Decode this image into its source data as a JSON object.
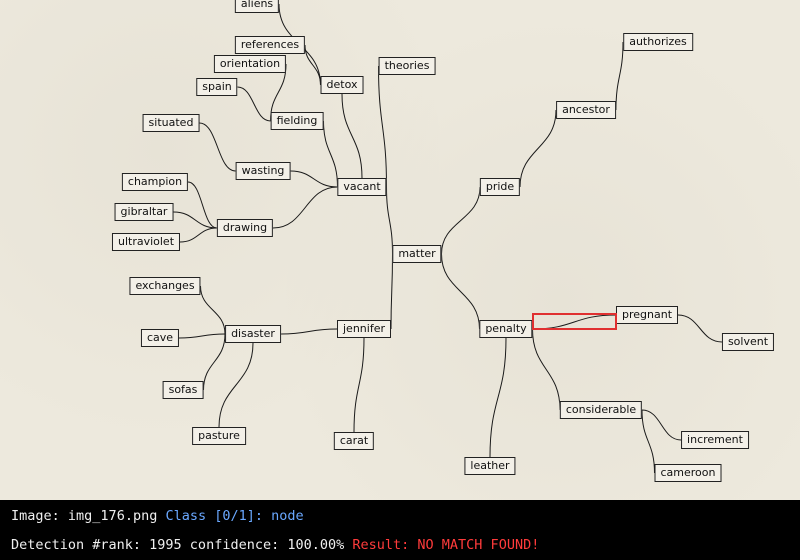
{
  "diagram": {
    "nodes": [
      {
        "id": "aliens",
        "label": "aliens"
      },
      {
        "id": "references",
        "label": "references"
      },
      {
        "id": "orientation",
        "label": "orientation"
      },
      {
        "id": "spain",
        "label": "spain"
      },
      {
        "id": "detox",
        "label": "detox"
      },
      {
        "id": "theories",
        "label": "theories"
      },
      {
        "id": "fielding",
        "label": "fielding"
      },
      {
        "id": "situated",
        "label": "situated"
      },
      {
        "id": "wasting",
        "label": "wasting"
      },
      {
        "id": "vacant",
        "label": "vacant"
      },
      {
        "id": "champion",
        "label": "champion"
      },
      {
        "id": "gibraltar",
        "label": "gibraltar"
      },
      {
        "id": "drawing",
        "label": "drawing"
      },
      {
        "id": "ultraviolet",
        "label": "ultraviolet"
      },
      {
        "id": "matter",
        "label": "matter"
      },
      {
        "id": "pride",
        "label": "pride"
      },
      {
        "id": "ancestor",
        "label": "ancestor"
      },
      {
        "id": "authorizes",
        "label": "authorizes"
      },
      {
        "id": "exchanges",
        "label": "exchanges"
      },
      {
        "id": "cave",
        "label": "cave"
      },
      {
        "id": "disaster",
        "label": "disaster"
      },
      {
        "id": "jennifer",
        "label": "jennifer"
      },
      {
        "id": "sofas",
        "label": "sofas"
      },
      {
        "id": "pasture",
        "label": "pasture"
      },
      {
        "id": "carat",
        "label": "carat"
      },
      {
        "id": "penalty",
        "label": "penalty"
      },
      {
        "id": "pregnant",
        "label": "pregnant"
      },
      {
        "id": "solvent",
        "label": "solvent"
      },
      {
        "id": "considerable",
        "label": "considerable"
      },
      {
        "id": "increment",
        "label": "increment"
      },
      {
        "id": "cameroon",
        "label": "cameroon"
      },
      {
        "id": "leather",
        "label": "leather"
      }
    ],
    "edges": [
      [
        "matter",
        "vacant"
      ],
      [
        "matter",
        "pride"
      ],
      [
        "matter",
        "jennifer"
      ],
      [
        "matter",
        "penalty"
      ],
      [
        "vacant",
        "theories"
      ],
      [
        "vacant",
        "detox"
      ],
      [
        "vacant",
        "fielding"
      ],
      [
        "vacant",
        "wasting"
      ],
      [
        "vacant",
        "drawing"
      ],
      [
        "detox",
        "references"
      ],
      [
        "detox",
        "aliens"
      ],
      [
        "fielding",
        "orientation"
      ],
      [
        "fielding",
        "spain"
      ],
      [
        "wasting",
        "situated"
      ],
      [
        "drawing",
        "champion"
      ],
      [
        "drawing",
        "gibraltar"
      ],
      [
        "drawing",
        "ultraviolet"
      ],
      [
        "pride",
        "ancestor"
      ],
      [
        "ancestor",
        "authorizes"
      ],
      [
        "jennifer",
        "disaster"
      ],
      [
        "jennifer",
        "carat"
      ],
      [
        "disaster",
        "exchanges"
      ],
      [
        "disaster",
        "cave"
      ],
      [
        "disaster",
        "sofas"
      ],
      [
        "disaster",
        "pasture"
      ],
      [
        "penalty",
        "pregnant"
      ],
      [
        "penalty",
        "considerable"
      ],
      [
        "penalty",
        "leather"
      ],
      [
        "pregnant",
        "solvent"
      ],
      [
        "considerable",
        "increment"
      ],
      [
        "considerable",
        "cameroon"
      ]
    ]
  },
  "status_bar": {
    "image_label": "Image:",
    "image_name": "img_176.png",
    "class_text": "Class [0/1]:",
    "class_value": "node",
    "detection_text": "Detection #rank: 1995 confidence: 100.00%",
    "result_text": "Result: NO MATCH FOUND!",
    "colors": {
      "background": "#000000",
      "text": "#f0f0f0",
      "class": "#6aa8ff",
      "result": "#ff3b3b",
      "highlight": "#e03030"
    }
  }
}
